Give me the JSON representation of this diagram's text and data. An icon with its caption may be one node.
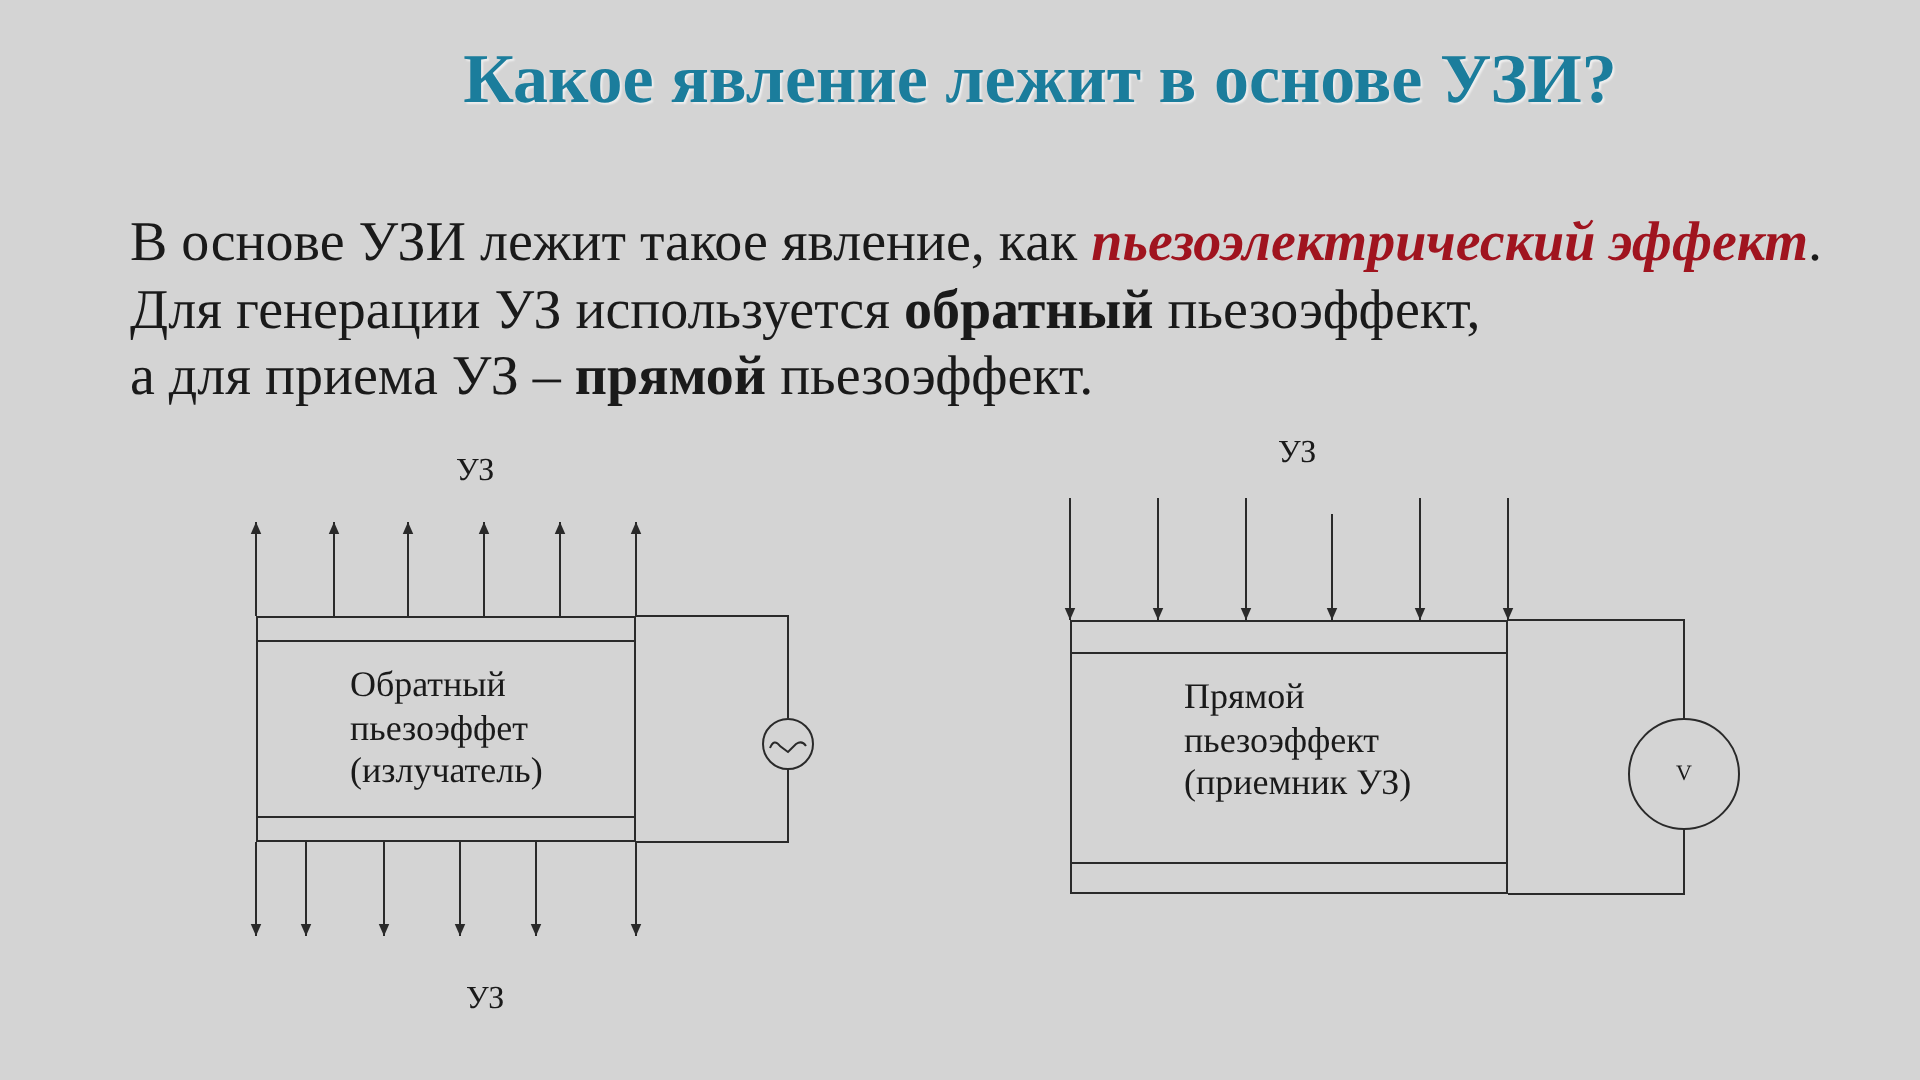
{
  "diagram": {
    "title": "Какое явление лежит в основе УЗИ?",
    "nodes": [
      {
        "text": [
          "Обратный пьезоэффет (излучатель)"
        ]
      },
      {
        "text": [],
        "shape": "circle"
      },
      {
        "text": [
          "Прямой пьезоэффект (приемник УЗ)"
        ]
      },
      {
        "text": [
          "V"
        ]
      }
    ],
    "edges": [
      {
        "from": 0,
        "to": null,
        "arrow": "to"
      },
      {
        "from": 0,
        "to": null,
        "arrow": "to"
      },
      {
        "from": 0,
        "to": null,
        "arrow": "to"
      },
      {
        "from": 0,
        "to": null,
        "arrow": "to"
      },
      {
        "from": 0,
        "to": null,
        "arrow": "to"
      },
      {
        "from": 0,
        "to": null,
        "arrow": "to"
      },
      {
        "from": 0,
        "to": null,
        "arrow": "to"
      },
      {
        "from": 0,
        "to": null,
        "arrow": "to"
      },
      {
        "from": 0,
        "to": null,
        "arrow": "to"
      },
      {
        "from": 0,
        "to": null,
        "arrow": "to"
      },
      {
        "from": 0,
        "to": null,
        "arrow": "to"
      },
      {
        "from": 0,
        "to": null,
        "arrow": "to"
      },
      {
        "from": 0,
        "to": 1,
        "arrow": "none"
      },
      {
        "from": 1,
        "to": 0,
        "arrow": "none"
      },
      {
        "from": null,
        "to": 2,
        "arrow": "to"
      },
      {
        "from": null,
        "to": 2,
        "arrow": "to"
      },
      {
        "from": null,
        "to": 2,
        "arrow": "to"
      },
      {
        "from": null,
        "to": 2,
        "arrow": "to"
      },
      {
        "from": null,
        "to": 2,
        "arrow": "to"
      },
      {
        "from": null,
        "to": 2,
        "arrow": "to"
      },
      {
        "from": 2,
        "to": 3,
        "arrow": "none"
      },
      {
        "from": 3,
        "to": 2,
        "arrow": "none"
      }
    ],
    "labels": [
      "В основе УЗИ лежит такое явление, как **пьезоэлектрический эффект**.",
      "Для генерации УЗ используется **обратный** пьезоэффект, а для приема УЗ – **прямой** пьезоэффект.",
      "УЗ",
      "УЗ",
      "УЗ"
    ]
  }
}
